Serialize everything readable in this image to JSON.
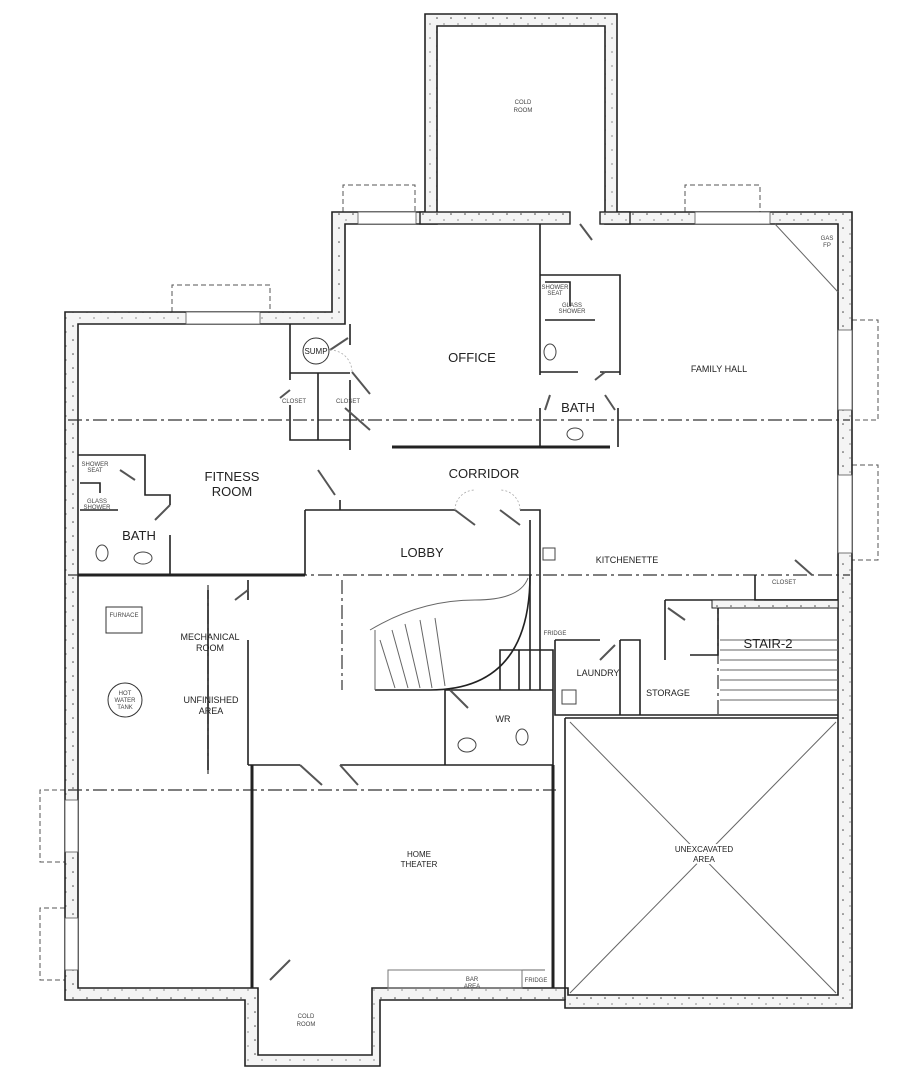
{
  "rooms": {
    "cold_room_top": [
      "COLD",
      "ROOM"
    ],
    "office": "OFFICE",
    "family_hall": "FAMILY HALL",
    "gas_fp": [
      "GAS",
      "FP"
    ],
    "bath_upper": "BATH",
    "shower_seat_upper": [
      "SHOWER",
      "SEAT"
    ],
    "glass_shower_upper": [
      "GLASS",
      "SHOWER"
    ],
    "sump": "SUMP",
    "closet_1": "CLOSET",
    "closet_2": "CLOSET",
    "fitness_room": [
      "FITNESS",
      "ROOM"
    ],
    "shower_seat_lower": [
      "SHOWER",
      "SEAT"
    ],
    "glass_shower_lower": [
      "GLASS",
      "SHOWER"
    ],
    "bath_lower": "BATH",
    "corridor": "CORRIDOR",
    "lobby": "LOBBY",
    "kitchenette": "KITCHENETTE",
    "closet_3": "CLOSET",
    "stair_2": "STAIR-2",
    "fridge_upper": "FRIDGE",
    "laundry": "LAUNDRY",
    "storage": "STORAGE",
    "furnace": "FURNACE",
    "mechanical_room": [
      "MECHANICAL",
      "ROOM"
    ],
    "hot_water_tank": [
      "HOT",
      "WATER",
      "TANK"
    ],
    "unfinished_area": [
      "UNFINISHED",
      "AREA"
    ],
    "wr": "WR",
    "home_theater": [
      "HOME",
      "THEATER"
    ],
    "unexcavated_area": [
      "UNEXCAVATED",
      "AREA"
    ],
    "bar_area": [
      "BAR",
      "AREA"
    ],
    "fridge_lower": "FRIDGE",
    "cold_room_bottom": [
      "COLD",
      "ROOM"
    ]
  }
}
